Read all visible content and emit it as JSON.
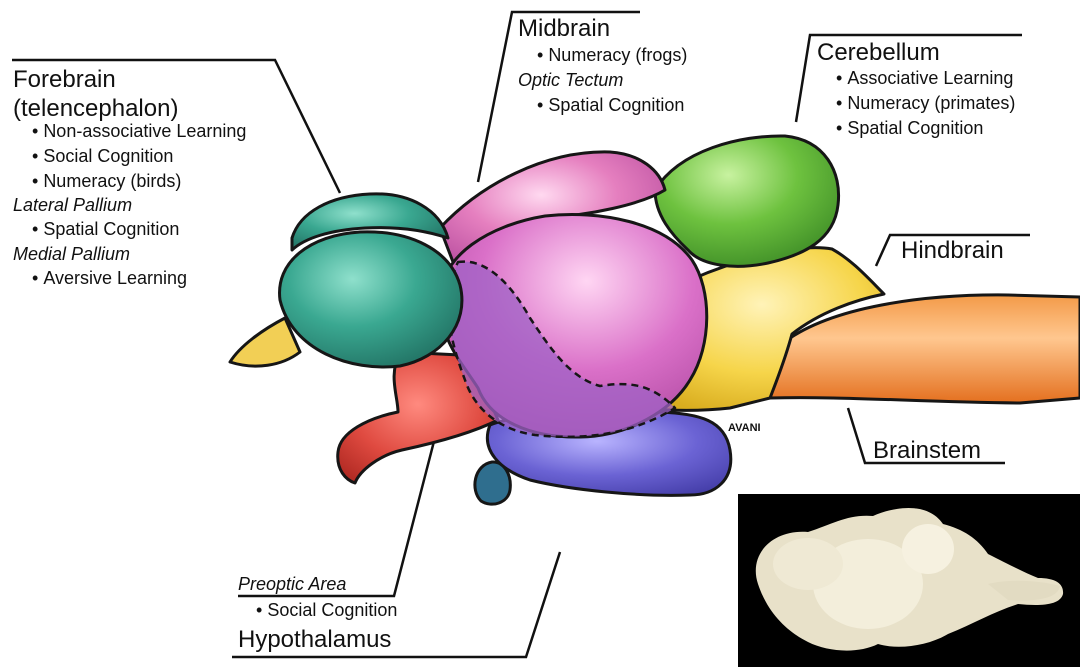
{
  "regions": {
    "forebrain": {
      "title": "Forebrain",
      "subtitle": "(telencephalon)",
      "items": [
        "Non-associative Learning",
        "Social Cognition",
        "Numeracy (birds)"
      ],
      "lateral_pallium": {
        "title": "Lateral Pallium",
        "items": [
          "Spatial Cognition"
        ]
      },
      "medial_pallium": {
        "title": "Medial Pallium",
        "items": [
          "Aversive Learning"
        ]
      }
    },
    "midbrain": {
      "title": "Midbrain",
      "items": [
        "Numeracy (frogs)"
      ],
      "optic_tectum": {
        "title": "Optic Tectum",
        "items": [
          "Spatial Cognition"
        ]
      }
    },
    "cerebellum": {
      "title": "Cerebellum",
      "items": [
        "Associative Learning",
        "Numeracy (primates)",
        "Spatial Cognition"
      ]
    },
    "hindbrain": {
      "title": "Hindbrain"
    },
    "brainstem": {
      "title": "Brainstem"
    },
    "hypothalamus": {
      "title": "Hypothalamus",
      "preoptic_area": {
        "title": "Preoptic Area",
        "items": [
          "Social Cognition"
        ]
      }
    }
  },
  "signature": "AVANI",
  "colors": {
    "forebrain": "#3aa891",
    "olfactory": "#f2cf55",
    "optic_nerve": "#df4a40",
    "midbrain_back": "#e57fbf",
    "midbrain_tectum": "#d873c6",
    "preoptic_overlay": "#9f62c6",
    "cerebellum": "#6ec23f",
    "hindbrain": "#f6d54a",
    "brainstem": "#f3852f",
    "hypothalamus": "#6b63d4",
    "pituitary": "#2f6e8e",
    "photo_background": "#000000",
    "photo_brain": "#ece7d3"
  }
}
